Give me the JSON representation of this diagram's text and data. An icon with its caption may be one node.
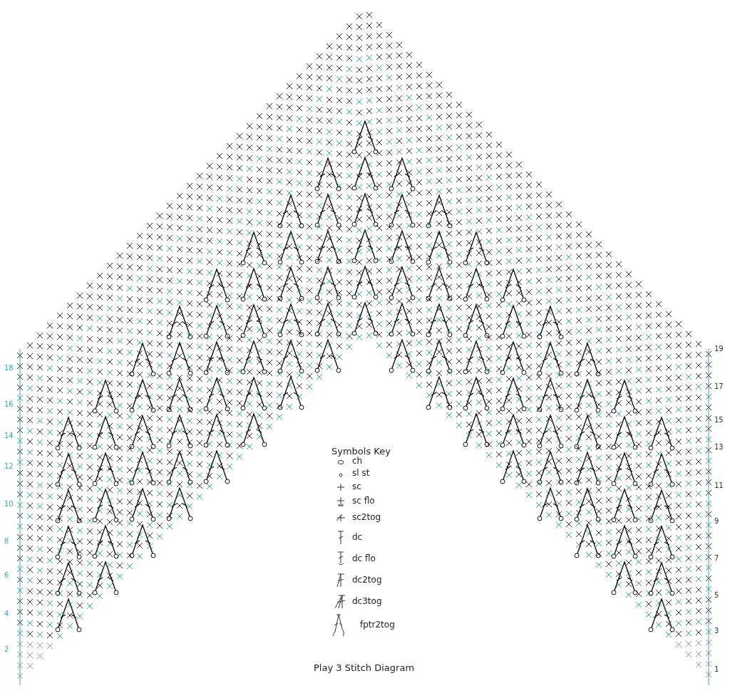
{
  "diagram": {
    "caption": "Play 3 Stitch Diagram",
    "labels": [
      "19",
      "18",
      "17",
      "16",
      "15",
      "14",
      "13",
      "12",
      "11",
      "10",
      "9",
      "8",
      "7",
      "6",
      "5",
      "4",
      "3",
      "2",
      "1",
      "Symbols Key"
    ],
    "legend": [
      {
        "text": "ch"
      },
      {
        "text": "sl st"
      },
      {
        "text": "sc"
      },
      {
        "text": "sc flo"
      },
      {
        "text": "sc2tog"
      },
      {
        "text": "dc"
      },
      {
        "text": "dc flo"
      },
      {
        "text": "dc2tog"
      },
      {
        "text": "dc3tog"
      },
      {
        "text": "fptr2tog"
      }
    ]
  }
}
